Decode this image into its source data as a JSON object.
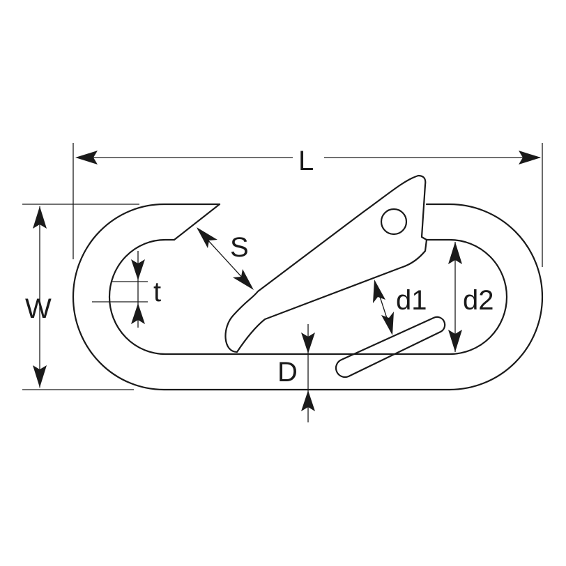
{
  "diagram": {
    "colors": {
      "line": "#1a1a1a",
      "background": "#ffffff"
    },
    "labels": {
      "length": "L",
      "width": "W",
      "opening": "S",
      "thickness": "t",
      "gate_diameter": "d1",
      "inner_width": "d2",
      "wire_diameter": "D"
    }
  }
}
